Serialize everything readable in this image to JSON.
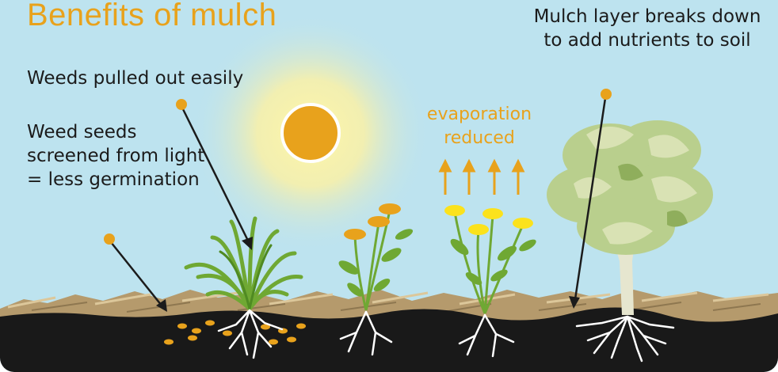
{
  "title": "Benefits of mulch",
  "labels": {
    "weeds_pulled": "Weeds pulled out easily",
    "weed_seeds": "Weed seeds screened from light = less germination",
    "mulch_breaks": "Mulch layer breaks down to add nutrients to soil",
    "evaporation": "evaporation reduced"
  },
  "colors": {
    "sky": "#bde3ef",
    "accent_orange": "#e8a21c",
    "soil": "#191919",
    "mulch": "#b59a6c",
    "leaf_green": "#6fa833",
    "tree_foliage": "#b9cf8d",
    "daisy_yellow": "#fbe21c"
  }
}
